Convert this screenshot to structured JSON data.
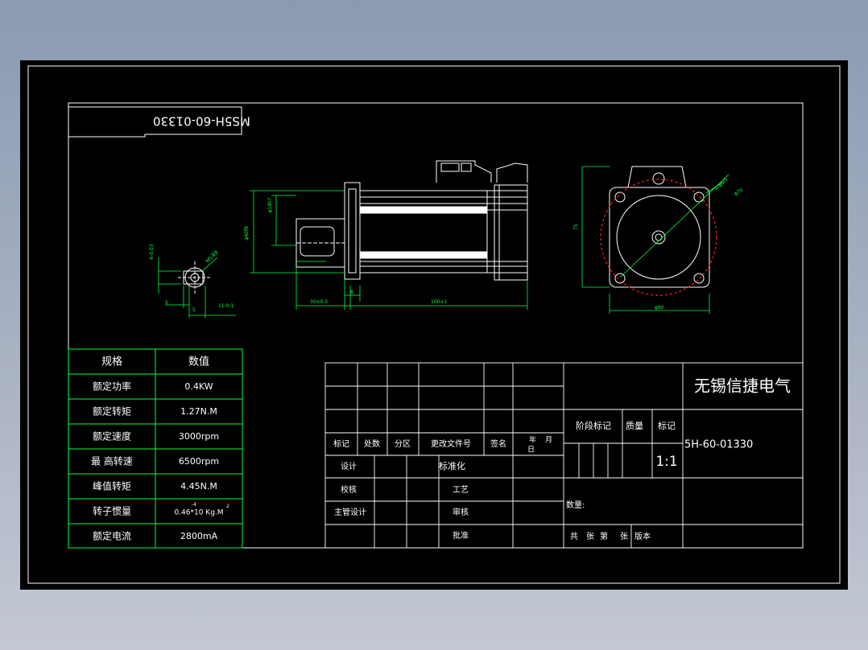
{
  "drawing": {
    "part_code_rotated": "MS5H-60-01330",
    "dims": {
      "d1": "φ40f8",
      "d2": "φ14h7",
      "d3": "5",
      "d4": "5",
      "d5": "M5深8",
      "d6": "6-0.03",
      "d7": "11-0.1",
      "d8": "8",
      "d9": "30±0.5",
      "d10": "100±1",
      "d11": "75",
      "d12": "4-φ5.5",
      "d13": "φ70",
      "d14": "φ60"
    }
  },
  "spec_table": {
    "header": [
      "规格",
      "数值"
    ],
    "rows": [
      [
        "额定功率",
        "0.4KW"
      ],
      [
        "额定转矩",
        "1.27N.M"
      ],
      [
        "额定速度",
        "3000rpm"
      ],
      [
        "最 高转速",
        "6500rpm"
      ],
      [
        "峰值转矩",
        "4.45N.M"
      ],
      [
        "转子惯量",
        "0.46*10 Kg.M"
      ],
      [
        "额定电流",
        "2800mA"
      ]
    ],
    "inertia_exp": "-4",
    "inertia_sq": "2"
  },
  "title_block": {
    "company": "无锡信捷电气",
    "part_number": "5H-60-01330",
    "labels": {
      "mark": "标记",
      "count": "处数",
      "zone": "分区",
      "change_doc": "更改文件号",
      "sign": "签名",
      "year": "年",
      "month": "月",
      "day": "日",
      "design": "设计",
      "standard": "标准化",
      "check": "校核",
      "process": "工艺",
      "chief": "主管设计",
      "review": "审核",
      "approve": "批准",
      "stage_mark": "阶段标记",
      "weight": "质量",
      "scale_label": "标记",
      "scale": "1:1",
      "quantity": "数量:",
      "total": "共",
      "sheets1": "张",
      "nth": "第",
      "sheets2": "张",
      "version": "版本"
    }
  },
  "colors": {
    "background": "#000000",
    "line": "#ffffff",
    "dimension": "#00ff3c",
    "circle_dash": "#ff2020",
    "outer": "#a9b2c3"
  }
}
